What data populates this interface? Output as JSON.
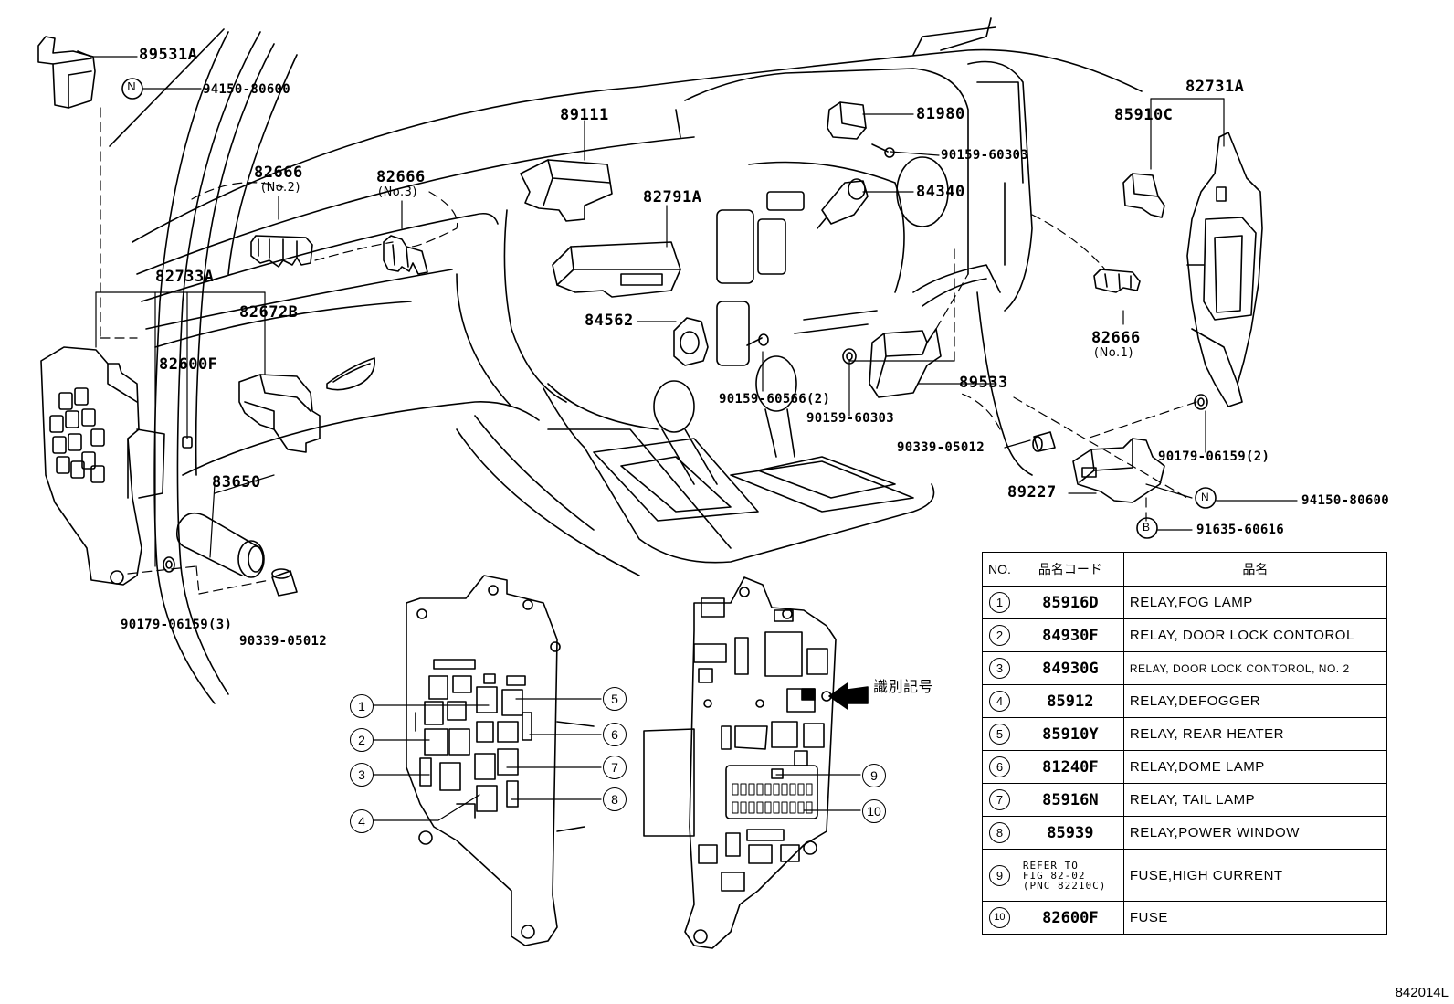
{
  "callouts": {
    "c89531A": "89531A",
    "c94150_80600_top": "94150-80600",
    "c82666_no2": "82666",
    "c82666_no2_sub": "(No.2)",
    "c82666_no3": "82666",
    "c82666_no3_sub": "(No.3)",
    "c82733A": "82733A",
    "c82672B": "82672B",
    "c82600F": "82600F",
    "c83650": "83650",
    "c90179_06159_3": "90179-06159(3)",
    "c90339_05012_left": "90339-05012",
    "c89111": "89111",
    "c82791A": "82791A",
    "c84562": "84562",
    "c90159_60566_2": "90159-60566(2)",
    "c90159_60303_mid": "90159-60303",
    "c81980": "81980",
    "c90159_60303_top": "90159-60303",
    "c84340": "84340",
    "c89533": "89533",
    "c90339_05012_right": "90339-05012",
    "c82731A": "82731A",
    "c85910C": "85910C",
    "c82666_no1": "82666",
    "c82666_no1_sub": "(No.1)",
    "c90179_06159_2": "90179-06159(2)",
    "c89227": "89227",
    "c94150_80600_right": "94150-80600",
    "c91635_60616": "91635-60616",
    "marker_N": "N",
    "marker_B": "B",
    "id_mark": "識別記号"
  },
  "relay_block_numbers": [
    "1",
    "2",
    "3",
    "4",
    "5",
    "6",
    "7",
    "8"
  ],
  "fuse_block_numbers": [
    "9",
    "10"
  ],
  "table": {
    "headers": [
      "NO.",
      "品名コード",
      "品名"
    ],
    "rows": [
      {
        "no": "1",
        "code": "85916D",
        "name": "RELAY,FOG LAMP"
      },
      {
        "no": "2",
        "code": "84930F",
        "name": "RELAY, DOOR LOCK CONTOROL"
      },
      {
        "no": "3",
        "code": "84930G",
        "name": "RELAY, DOOR LOCK CONTOROL, NO. 2"
      },
      {
        "no": "4",
        "code": "85912",
        "name": "RELAY,DEFOGGER"
      },
      {
        "no": "5",
        "code": "85910Y",
        "name": "RELAY, REAR HEATER"
      },
      {
        "no": "6",
        "code": "81240F",
        "name": "RELAY,DOME LAMP"
      },
      {
        "no": "7",
        "code": "85916N",
        "name": "RELAY, TAIL LAMP"
      },
      {
        "no": "8",
        "code": "85939",
        "name": "RELAY,POWER WINDOW"
      },
      {
        "no": "9",
        "code_lines": [
          "REFER TO",
          "FIG 82-02",
          "(PNC 82210C)"
        ],
        "name": "FUSE,HIGH CURRENT"
      },
      {
        "no": "10",
        "code": "82600F",
        "name": "FUSE"
      }
    ]
  },
  "doc_id": "842014L"
}
